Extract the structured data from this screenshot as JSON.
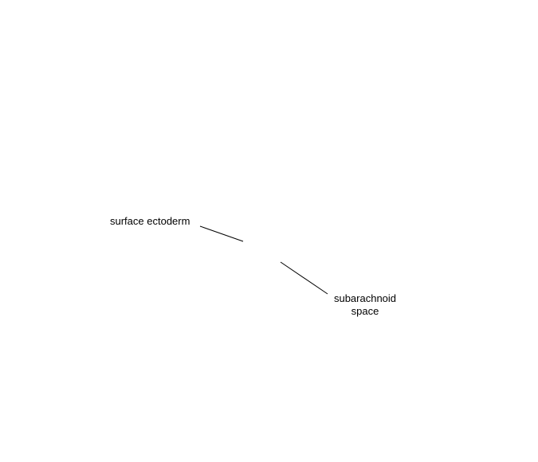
{
  "diagram": {
    "line_color": "#000000",
    "labels": {
      "surface_ectoderm": "surface ectoderm",
      "subarachnoid_line1": "subarachnoid",
      "subarachnoid_line2": "space"
    }
  }
}
